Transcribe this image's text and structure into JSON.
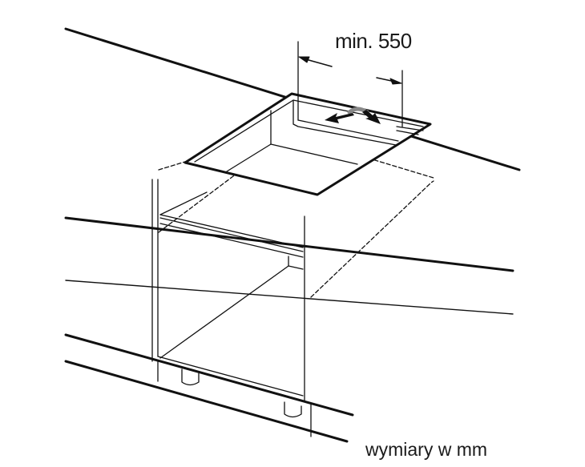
{
  "diagram": {
    "title": "Hob cut-out installation diagram",
    "dimension": {
      "label": "min. 550",
      "value": 550,
      "qualifier": "min.",
      "unit": "mm"
    },
    "units_note": "wymiary w mm",
    "elements": [
      "worktop",
      "hob-cutout",
      "hob-outline-dashed",
      "base-cabinet",
      "cabinet-shelf",
      "plinth",
      "cabinet-feet",
      "airflow-arrows"
    ],
    "colors": {
      "line": "#111111",
      "background": "#ffffff",
      "arrow_back": "#888888"
    }
  }
}
